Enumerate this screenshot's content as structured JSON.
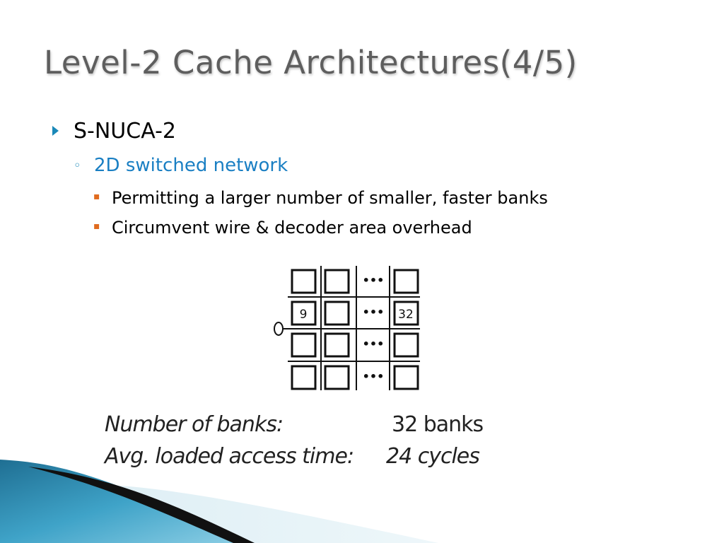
{
  "slide": {
    "title": "Level-2 Cache Architectures(4/5)",
    "bullets": {
      "level1": "S-NUCA-2",
      "level2": "2D switched network",
      "level3": [
        "Permitting a larger number of smaller, faster banks",
        "Circumvent wire & decoder area overhead"
      ]
    },
    "diagram": {
      "ellipsis": "•••",
      "bank_first_label": "9",
      "bank_last_label": "32"
    },
    "stats": {
      "banks_label": "Number of banks:",
      "banks_value": "32 banks",
      "time_label": "Avg. loaded access time:",
      "time_value": "24 cycles"
    },
    "colors": {
      "title": "#5e5e5e",
      "accent_blue": "#1a7fc3",
      "bullet_orange": "#e06b1f"
    }
  }
}
